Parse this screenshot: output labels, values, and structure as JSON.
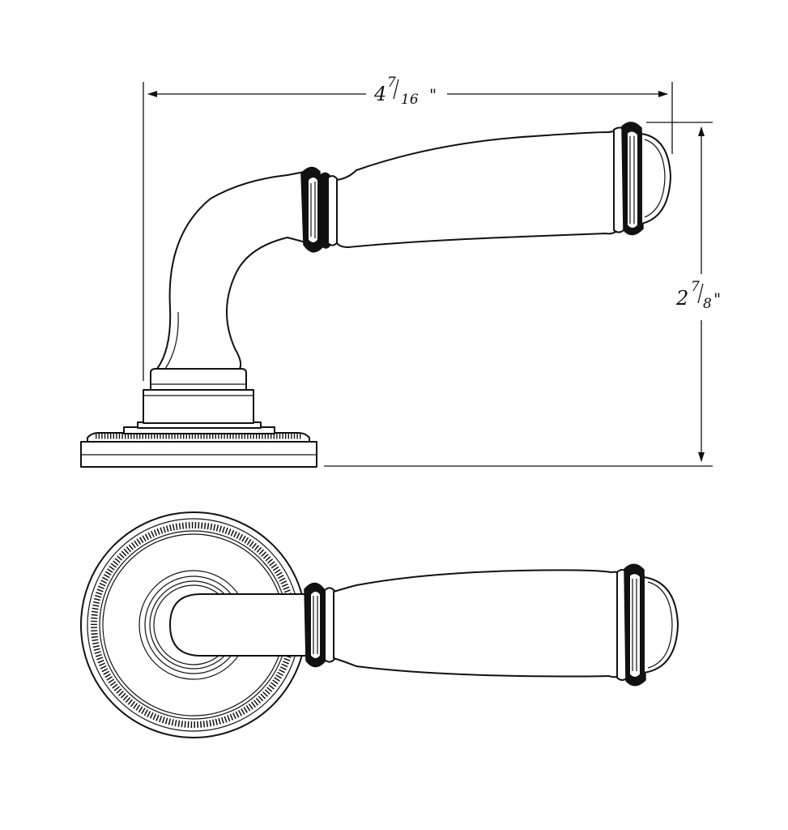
{
  "dimensions": {
    "width": {
      "whole": "4",
      "numerator": "7",
      "denominator": "16",
      "unit": "\""
    },
    "height": {
      "whole": "2",
      "numerator": "7",
      "denominator": "8",
      "unit": "\""
    }
  },
  "colors": {
    "line": "#111111",
    "background": "#ffffff"
  }
}
